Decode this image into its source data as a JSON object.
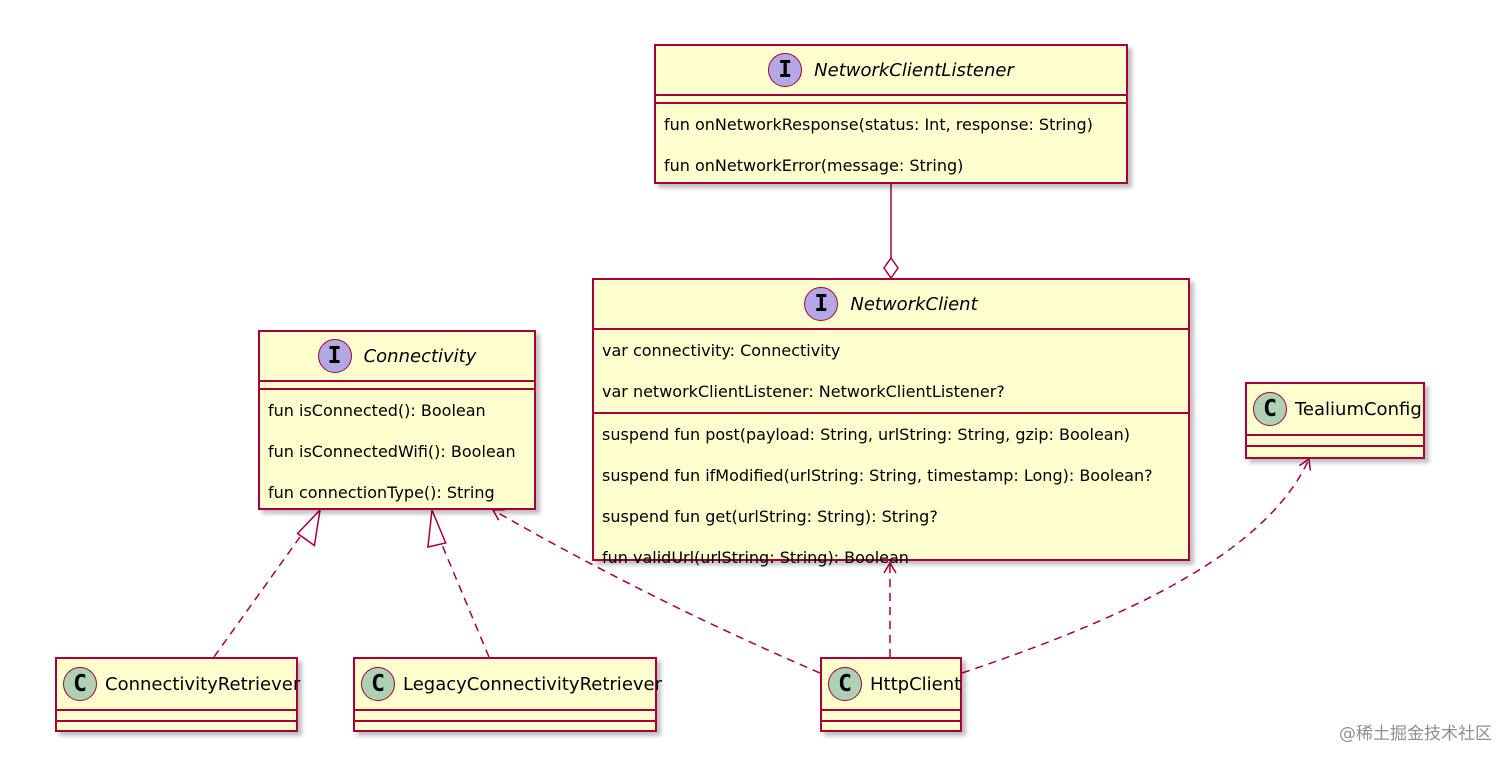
{
  "nodes": {
    "networkClientListener": {
      "stereotype": "I",
      "name": "NetworkClientListener",
      "fields": [],
      "methods": [
        "fun onNetworkResponse(status: Int, response: String)",
        "fun onNetworkError(message: String)"
      ]
    },
    "networkClient": {
      "stereotype": "I",
      "name": "NetworkClient",
      "fields": [
        "var connectivity: Connectivity",
        "var networkClientListener: NetworkClientListener?"
      ],
      "methods": [
        "suspend fun post(payload: String, urlString: String, gzip: Boolean)",
        "suspend fun ifModified(urlString: String, timestamp: Long): Boolean?",
        "suspend fun get(urlString: String): String?",
        "fun validUrl(urlString: String): Boolean"
      ]
    },
    "connectivity": {
      "stereotype": "I",
      "name": "Connectivity",
      "fields": [],
      "methods": [
        "fun isConnected(): Boolean",
        "fun isConnectedWifi(): Boolean",
        "fun connectionType(): String"
      ]
    },
    "tealiumConfig": {
      "stereotype": "C",
      "name": "TealiumConfig"
    },
    "connectivityRetriever": {
      "stereotype": "C",
      "name": "ConnectivityRetriever"
    },
    "legacyConnectivityRetriever": {
      "stereotype": "C",
      "name": "LegacyConnectivityRetriever"
    },
    "httpClient": {
      "stereotype": "C",
      "name": "HttpClient"
    }
  },
  "relations": [
    {
      "from": "NetworkClientListener",
      "to": "NetworkClient",
      "type": "aggregation"
    },
    {
      "from": "ConnectivityRetriever",
      "to": "Connectivity",
      "type": "realization"
    },
    {
      "from": "LegacyConnectivityRetriever",
      "to": "Connectivity",
      "type": "realization"
    },
    {
      "from": "HttpClient",
      "to": "Connectivity",
      "type": "dependency"
    },
    {
      "from": "HttpClient",
      "to": "NetworkClient",
      "type": "dependency"
    },
    {
      "from": "HttpClient",
      "to": "TealiumConfig",
      "type": "dependency"
    }
  ],
  "colors": {
    "fill": "#fefece",
    "border": "#a80036",
    "interface_badge": "#b4a7e5",
    "class_badge": "#add1b2"
  },
  "watermark": "@稀土掘金技术社区"
}
